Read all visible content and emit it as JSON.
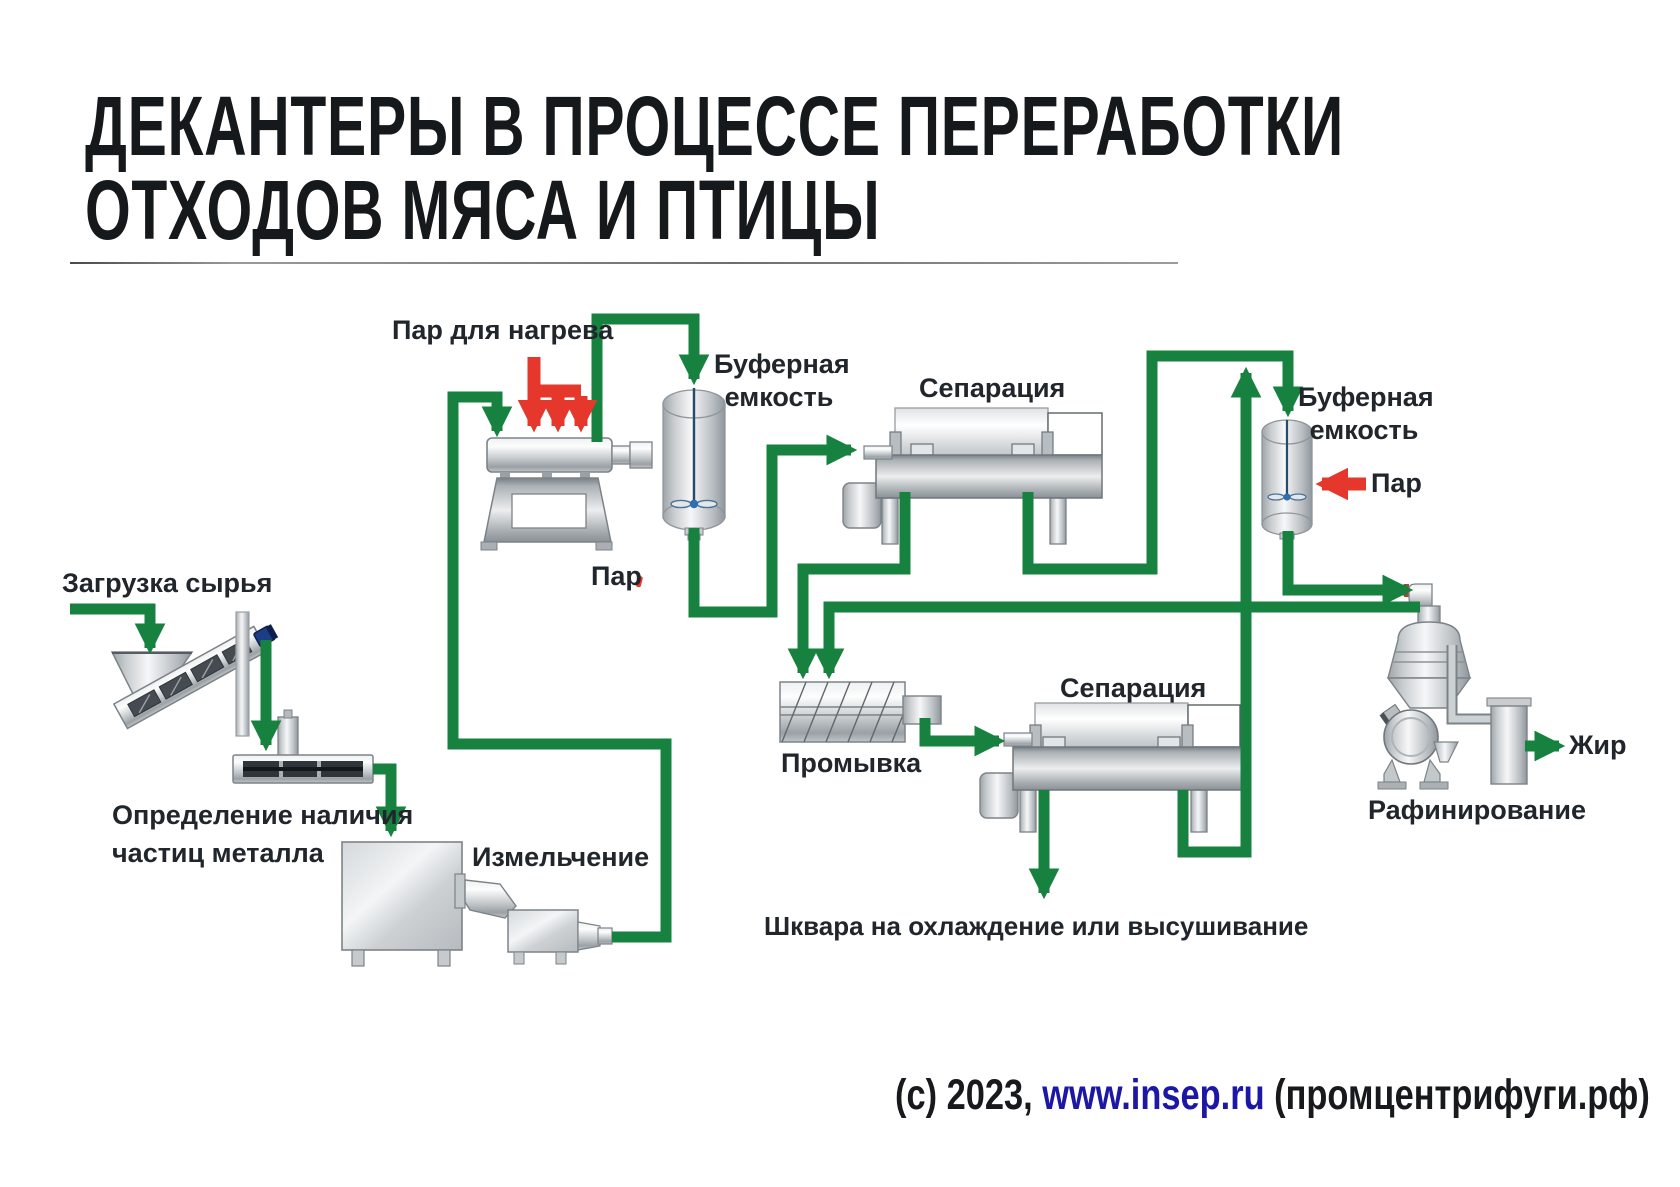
{
  "title": {
    "line1": "ДЕКАНТЕРЫ В ПРОЦЕССЕ ПЕРЕРАБОТКИ",
    "line2": "ОТХОДОВ МЯСА И ПТИЦЫ"
  },
  "labels": {
    "steam_heating": "Пар для нагрева",
    "buffer1_line1": "Буферная",
    "buffer1_line2": "емкость",
    "steam1": "Пар",
    "separation1": "Сепарация",
    "buffer2_line1": "Буферная",
    "buffer2_line2": "емкость",
    "steam2": "Пар",
    "loading": "Загрузка сырья",
    "metal_line1": "Определение наличия",
    "metal_line2": "частиц металла",
    "grinding": "Измельчение",
    "washing": "Промывка",
    "separation2": "Сепарация",
    "greaves": "Шквара на охлаждение или высушивание",
    "refining": "Рафинирование",
    "fat": "Жир"
  },
  "footer": {
    "copyright": "(c) 2023, ",
    "link": "www.insep.ru",
    "site": " (промцентрифуги.рф)"
  },
  "colors": {
    "pipe_green": "#17813f",
    "steam_red": "#e5372b",
    "link_blue": "#1c17a5",
    "text": "#20262b"
  }
}
